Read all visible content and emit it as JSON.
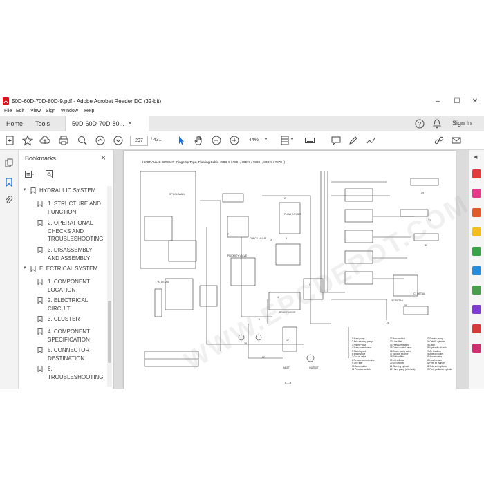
{
  "window": {
    "title": "50D-60D-70D-80D-9.pdf - Adobe Acrobat Reader DC (32-bit)",
    "minimize": "–",
    "maximize": "☐",
    "close": "✕"
  },
  "menu": [
    "File",
    "Edit",
    "View",
    "Sign",
    "Window",
    "Help"
  ],
  "tabs": {
    "home": "Home",
    "tools": "Tools",
    "document": "50D-60D-70D-80...",
    "document_close": "×",
    "sign_in": "Sign In"
  },
  "toolbar": {
    "page_current": "297",
    "page_total": "/ 431",
    "zoom": "44%"
  },
  "bookmarks": {
    "header": "Bookmarks",
    "close": "×",
    "items": [
      {
        "label": "HYDRAULIC SYSTEM",
        "level": 0
      },
      {
        "label": "1. STRUCTURE AND FUNCTION",
        "level": 1
      },
      {
        "label": "2. OPERATIONAL CHECKS AND TROUBLESHOOTING",
        "level": 1
      },
      {
        "label": "3. DISASSEMBLY AND ASSEMBLY",
        "level": 1
      },
      {
        "label": "ELECTRICAL SYSTEM",
        "level": 0
      },
      {
        "label": "1. COMPONENT LOCATION",
        "level": 1
      },
      {
        "label": "2. ELECTRICAL CIRCUIT",
        "level": 1
      },
      {
        "label": "3. CLUSTER",
        "level": 1
      },
      {
        "label": "4. COMPONENT SPECIFICATION",
        "level": 1
      },
      {
        "label": "5. CONNECTOR DESTINATION",
        "level": 1
      },
      {
        "label": "6. TROUBLESHOOTING",
        "level": 1
      }
    ]
  },
  "document": {
    "heading": "HYDRAULIC CIRCUIT (Fingertip Type, Floating Cabin : 50D-9 / #80~, 70D-9 / #888~, 80D-9 / #878~)",
    "page_number": "6-1-4",
    "watermark": "WWW.EPCDEPOT.COM",
    "labels": [
      "SPOOL/MAIN",
      "CHECK VALVE",
      "PRIORITY VALVE",
      "FLOW DIVIDER",
      "BRAKE VALVE",
      "\"A\" DETAIL",
      "\"B\" DETAIL",
      "\"C\" DETAIL",
      "OUTLET",
      "INLET"
    ],
    "legend": [
      "1  Main pump",
      "2  Axle steering pump",
      "3  Priority valve",
      "4  Main control valve",
      "5  Steering unit",
      "6  Brake valve",
      "7  Cut-off valve",
      "8  Remote control valve",
      "9  Line filter",
      "10 Accumulator",
      "11 Pressure switch",
      "12 Accumulator",
      "13 Line filter",
      "14 Pressure switch",
      "15 Down control valve",
      "16 Down safety valve",
      "17 Suction strainer",
      "18 Return filter",
      "19 Lift cylinder",
      "20 Tilt cylinder",
      "21 Steering cylinder",
      "22 Hand pump (with tank)",
      "23 Electric pump",
      "24 Cab tilt cylinder",
      "25 Latch",
      "26 Hydraulic oil tank",
      "27 Air breather",
      "28 Axle oil cooler",
      "29 Accumulator",
      "30 Load sensor",
      "31 Free lift cylinder",
      "32 Side shift cylinder",
      "33 Fork positioner cylinder"
    ]
  }
}
